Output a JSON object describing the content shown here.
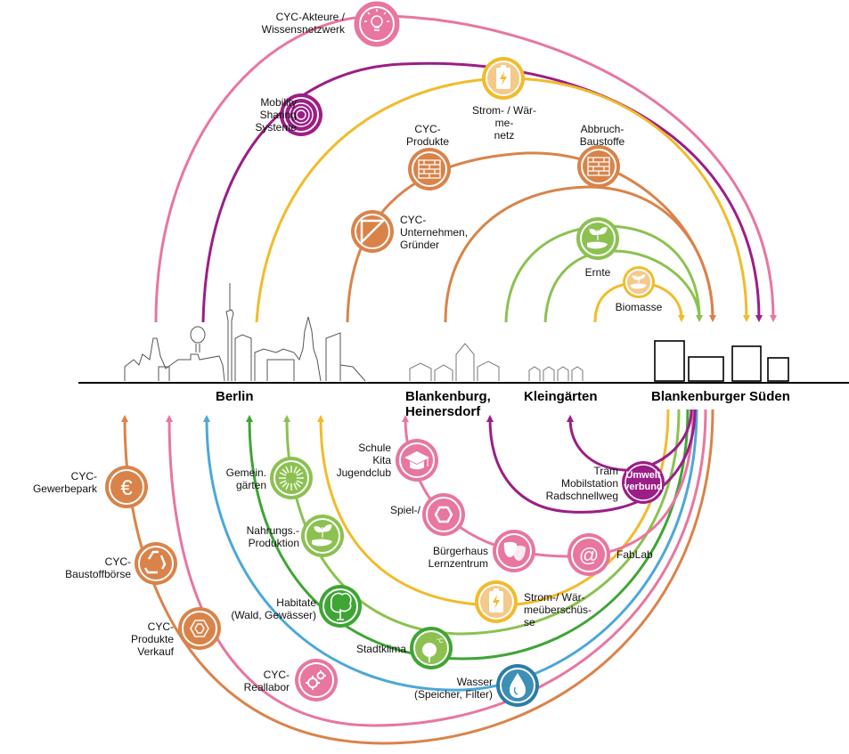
{
  "places": {
    "berlin": "Berlin",
    "blankenburg": "Blankenburg,\nHeinersdorf",
    "kleingaerten": "Kleingärten",
    "sueden": "Blankenburger Süden"
  },
  "nodes": {
    "cyc_akteure": "CYC-Akteure /\nWissensnetzwerk",
    "mobility": "Mobility\nSharing\nSysteme",
    "strom_netz": "Strom- / Wär-\nme-\nnetz",
    "cyc_produkte": "CYC-\nProdukte",
    "abbruch": "Abbruch-\nBaustoffe",
    "cyc_unternehmen": "CYC-\nUnternehmen,\nGründer",
    "ernte": "Ernte",
    "biomasse": "Biomasse",
    "schule": "Schule\nKita\nJugendclub",
    "spiel": "Spiel-/",
    "buergerhaus": "Bürgerhaus\nLernzentrum",
    "fablab": "FabLab",
    "tram": "Tram\nMobilstation\nRadschnellweg",
    "umweltverbund": "Umwelt\nverbund",
    "strom_ueberschuss": "Strom-/ Wär-\nmeüberschüs-\nse",
    "wasser": "Wasser\n(Speicher, Filter)",
    "stadtklima": "Stadtklima",
    "habitate": "Habitate\n(Wald, Gewässer)",
    "nahrung": "Nahrungs.-\nProduktion",
    "gemeingaerten": "Gemein.\ngärten",
    "gewerbepark": "CYC-\nGewerbepark",
    "baustoffboerse": "CYC-\nBaustoffbörse",
    "produkte_verkauf": "CYC-\nProdukte\nVerkauf",
    "reallabor": "CYC-\nReallabor"
  },
  "colors": {
    "pink": "#e8769f",
    "purple": "#9b1e87",
    "yellow": "#f1bb2b",
    "orange": "#d9834a",
    "lightgreen": "#8cc152",
    "green": "#3fa535",
    "blue": "#4ba8d9",
    "darkblue": "#2b7da8",
    "teal": "#3d8fb5",
    "grey": "#9a9a9a"
  },
  "icons": {
    "cyc_akteure": "lightbulb-icon",
    "mobility": "concentric-circles-icon",
    "strom_netz": "battery-icon",
    "cyc_produkte": "bricks-icon",
    "abbruch": "bricks-icon",
    "cyc_unternehmen": "triangle-frame-icon",
    "ernte": "seedling-hand-icon",
    "biomasse": "seedling-hand-icon",
    "schule": "graduation-cap-icon",
    "spiel": "hexagon-icon",
    "buergerhaus": "theater-masks-icon",
    "fablab": "at-sign-icon",
    "umweltverbund": "text-badge",
    "strom_ueberschuss": "battery-icon",
    "wasser": "water-drop-icon",
    "stadtklima": "tree-thermometer-icon",
    "habitate": "tree-icon",
    "nahrung": "seedling-hand-icon",
    "gemeingaerten": "sunburst-icon",
    "gewerbepark": "euro-icon",
    "baustoffboerse": "recycling-icon",
    "produkte_verkauf": "hexagon-frame-icon",
    "reallabor": "gears-icon"
  }
}
